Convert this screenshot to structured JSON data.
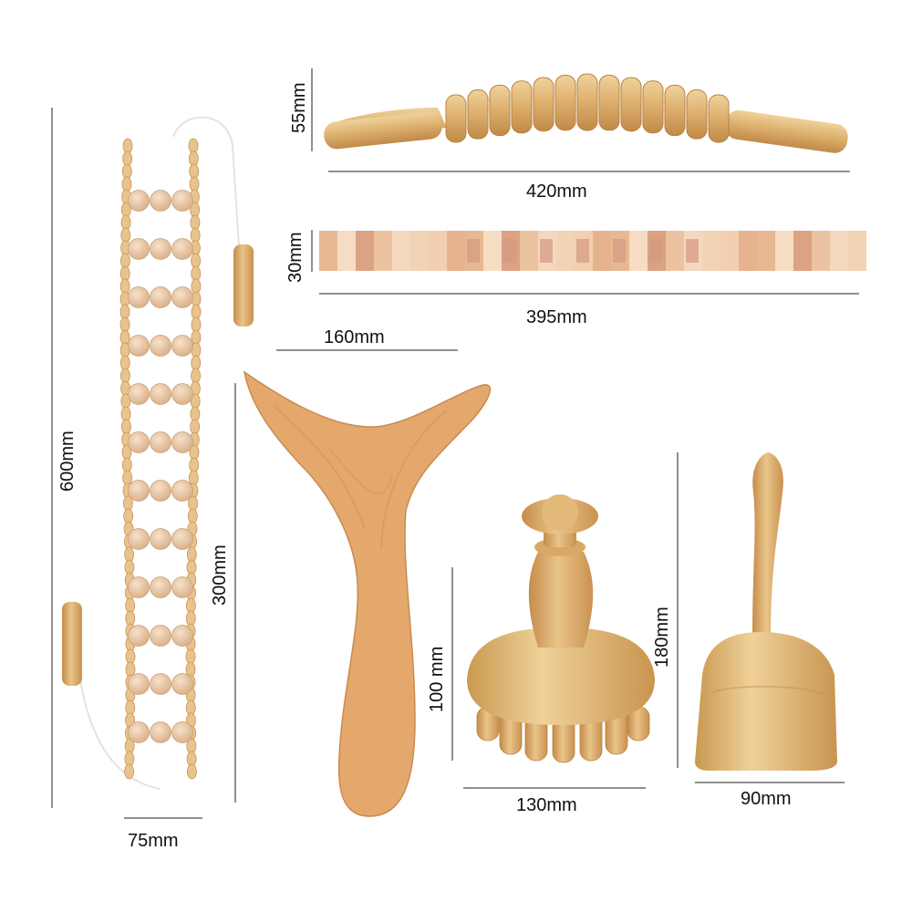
{
  "products": [
    {
      "id": "belt-roller",
      "dimensions": [
        {
          "label": "600mm",
          "orientation": "vertical"
        },
        {
          "label": "75mm",
          "orientation": "horizontal"
        }
      ]
    },
    {
      "id": "long-roller",
      "dimensions": [
        {
          "label": "55mm",
          "orientation": "vertical"
        },
        {
          "label": "420mm",
          "orientation": "horizontal"
        }
      ]
    },
    {
      "id": "blurred-stick",
      "dimensions": [
        {
          "label": "30mm",
          "orientation": "vertical"
        },
        {
          "label": "395mm",
          "orientation": "horizontal"
        }
      ]
    },
    {
      "id": "scraper-paddle",
      "dimensions": [
        {
          "label": "160mm",
          "orientation": "horizontal"
        },
        {
          "label": "300mm",
          "orientation": "vertical"
        }
      ]
    },
    {
      "id": "mushroom-massager",
      "dimensions": [
        {
          "label": "100 mm",
          "orientation": "vertical"
        },
        {
          "label": "130mm",
          "orientation": "horizontal"
        }
      ]
    },
    {
      "id": "wooden-cup",
      "dimensions": [
        {
          "label": "180mm",
          "orientation": "vertical"
        },
        {
          "label": "90mm",
          "orientation": "horizontal"
        }
      ]
    }
  ],
  "colors": {
    "wood_light": "#e8c48c",
    "wood_mid": "#d9a866",
    "wood_dark": "#b9803e",
    "bead": "#e6c6a6",
    "line": "#222222"
  }
}
